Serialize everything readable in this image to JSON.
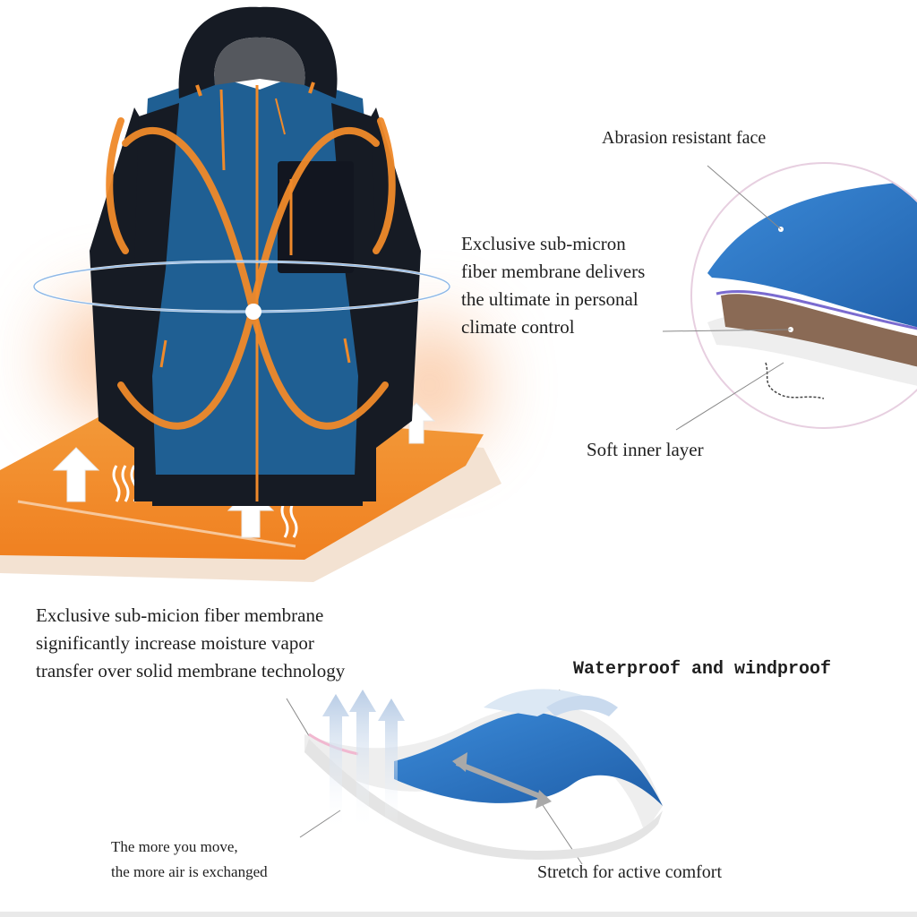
{
  "labels": {
    "abrasion": "Abrasion resistant face",
    "membrane_lines": [
      "Exclusive sub-micron",
      "fiber membrane delivers",
      "the ultimate in personal",
      "climate control"
    ],
    "soft_inner": "Soft inner layer",
    "moisture_lines": [
      "Exclusive sub-micion fiber membrane",
      "significantly increase moisture vapor",
      "transfer over solid membrane technology"
    ],
    "waterproof": "Waterproof and windproof",
    "air_lines": [
      "The more you move,",
      "the more air is exchanged"
    ],
    "stretch": "Stretch for active comfort"
  },
  "colors": {
    "jacket_blue": "#1f5f93",
    "jacket_black": "#151a22",
    "accent_orange": "#f08a2a",
    "fabric_blue": "#2a74c4",
    "membrane_brown": "#8a6a55"
  }
}
